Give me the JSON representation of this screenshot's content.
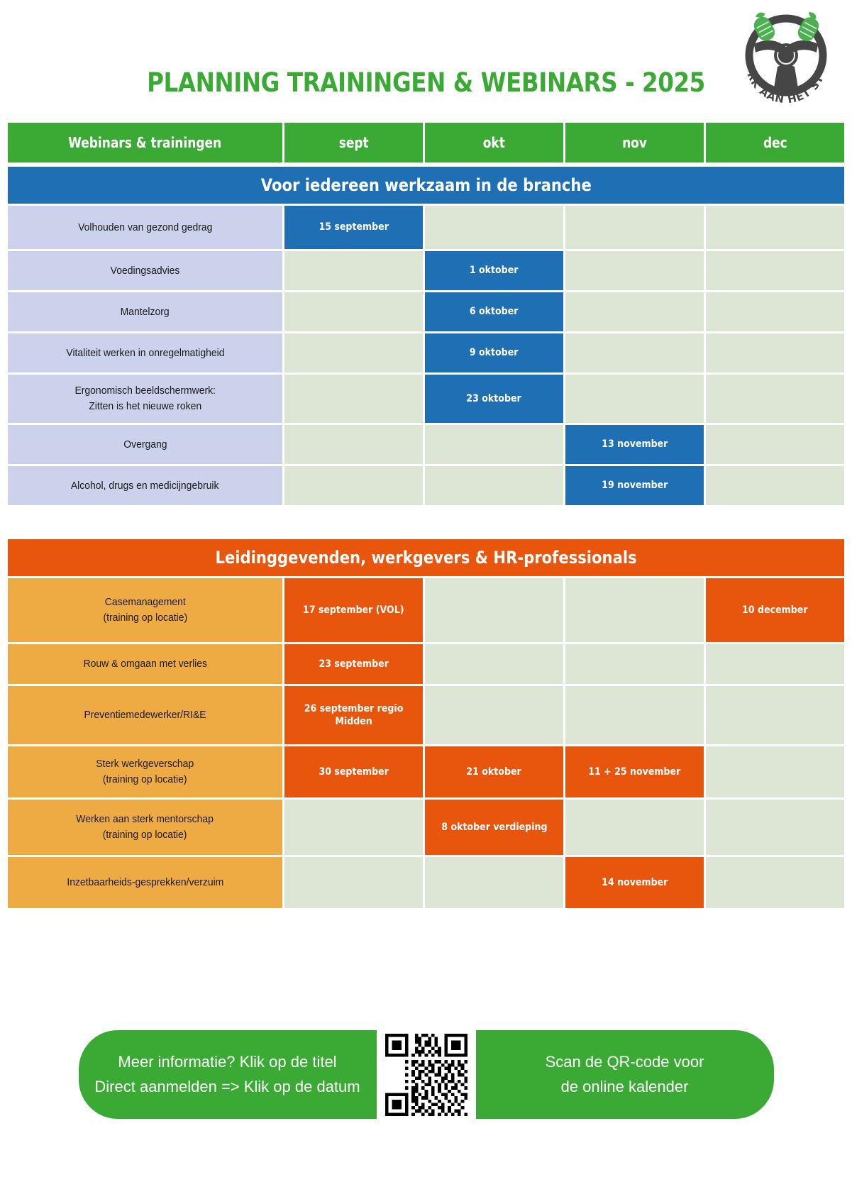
{
  "header": {
    "title": "PLANNING TRAININGEN & WEBINARS - 2025",
    "logo_text": "STERK AAN HET STUUR",
    "brand_green": "#3aaa35",
    "brand_dark": "#464646"
  },
  "columns": [
    {
      "key": "name",
      "label": "Webinars & trainingen"
    },
    {
      "key": "sept",
      "label": "sept"
    },
    {
      "key": "okt",
      "label": "okt"
    },
    {
      "key": "nov",
      "label": "nov"
    },
    {
      "key": "dec",
      "label": "dec"
    }
  ],
  "sections": [
    {
      "id": "branche",
      "title": "Voor iedereen werkzaam in de branche",
      "accent": "#1f6fb5",
      "name_bg": "#ccd2eb",
      "rows": [
        {
          "name": "Volhouden van gezond gedrag",
          "sept": "15 september",
          "okt": "",
          "nov": "",
          "dec": ""
        },
        {
          "name": "Voedingsadvies",
          "sept": "",
          "okt": "1 oktober",
          "nov": "",
          "dec": ""
        },
        {
          "name": "Mantelzorg",
          "sept": "",
          "okt": "6 oktober",
          "nov": "",
          "dec": ""
        },
        {
          "name": "Vitaliteit werken in onregelmatigheid",
          "sept": "",
          "okt": "9 oktober",
          "nov": "",
          "dec": ""
        },
        {
          "name": "Ergonomisch beeldschermwerk:\nZitten is het nieuwe roken",
          "sept": "",
          "okt": "23 oktober",
          "nov": "",
          "dec": ""
        },
        {
          "name": "Overgang",
          "sept": "",
          "okt": "",
          "nov": "13 november",
          "dec": ""
        },
        {
          "name": "Alcohol, drugs en medicijngebruik",
          "sept": "",
          "okt": "",
          "nov": "19 november",
          "dec": ""
        }
      ]
    },
    {
      "id": "leidinggevenden",
      "title": "Leidinggevenden, werkgevers & HR-professionals",
      "accent": "#e8550d",
      "name_bg": "#eeab43",
      "rows": [
        {
          "name": "Casemanagement\n(training op locatie)",
          "sept": "17 september (VOL)",
          "okt": "",
          "nov": "",
          "dec": "10 december"
        },
        {
          "name": "Rouw & omgaan met verlies",
          "sept": "23 september",
          "okt": "",
          "nov": "",
          "dec": ""
        },
        {
          "name": "Preventiemedewerker/RI&E",
          "sept": "26 september regio\nMidden",
          "okt": "",
          "nov": "",
          "dec": ""
        },
        {
          "name": "Sterk werkgeverschap\n(training op locatie)",
          "sept": "30 september",
          "okt": "21 oktober",
          "nov": "11 + 25 november",
          "dec": ""
        },
        {
          "name": "Werken aan sterk mentorschap\n(training op locatie)",
          "sept": "",
          "okt": "8 oktober verdieping",
          "nov": "",
          "dec": ""
        },
        {
          "name": "Inzetbaarheids-gesprekken/verzuim",
          "sept": "",
          "okt": "",
          "nov": "14 november",
          "dec": ""
        }
      ]
    }
  ],
  "footer": {
    "left_line1": "Meer informatie? Klik op de titel",
    "left_line2": "Direct aanmelden => Klik op de datum",
    "right_line1": "Scan de QR-code voor",
    "right_line2": "de online kalender",
    "qr_alt": "qr-code"
  },
  "palette": {
    "green": "#3aaa35",
    "blue": "#1f6fb5",
    "orange": "#e8550d",
    "light_green_cell": "#dde5d4",
    "lavender_cell": "#ccd2eb",
    "amber_cell": "#eeab43"
  }
}
